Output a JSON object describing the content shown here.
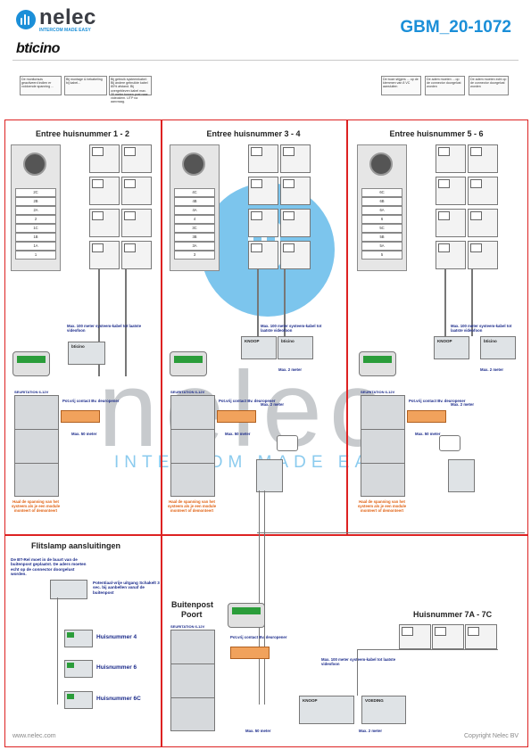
{
  "header": {
    "brand": "nelec",
    "tagline": "INTERCOM MADE EASY",
    "sub_brand": "bticino",
    "doc_id": "GBM_20-1072"
  },
  "notes": {
    "n1": "De monitorsuis geactiveerd indien er voldoende spanning ...",
    "n2": "Bij montage & bekabeling bij kabel... ",
    "n3": "Bij gebruik systeemkabel: Bij andere gebruikte kabel 80% afstand. Bij overgebleven kabel max. 30 meter tussen post naar videoklem. UTP na aanvraag.",
    "n4": "De boze stijgers ... op de klemmen van 8 VC aansluiten",
    "n5": "De adem moeten ... op de connector doorgelust worden",
    "n6": "De adem moeten echt op de connector doorgelust worden"
  },
  "sections": {
    "s1": "Entree huisnummer 1 - 2",
    "s2": "Entree huisnummer 3 - 4",
    "s3": "Entree huisnummer 5 - 6",
    "flits": "Flitslamp aansluitingen",
    "poort1": "Buitenpost",
    "poort2": "Poort",
    "huis7": "Huisnummer 7A - 7C"
  },
  "entree1_buttons": [
    "2C",
    "2B",
    "2A",
    "2",
    "1C",
    "1B",
    "1A",
    "1"
  ],
  "entree2_buttons": [
    "4C",
    "4B",
    "4A",
    "4",
    "3C",
    "3B",
    "3A",
    "3"
  ],
  "entree3_buttons": [
    "6C",
    "6B",
    "6A",
    "6",
    "5C",
    "5B",
    "5A",
    "5"
  ],
  "labels": {
    "max100": "Max. 100 meter systeem-kabel tot laatste videofoon",
    "max2": "Max. 2 meter",
    "max50": "Max. 50 meter",
    "potvrij": "Pot.vrij contact Bv. deuropener",
    "orange1": "Haal de spanning van het systeem als je een module monteert of demonteert",
    "knoop": "KNOOP",
    "bticino_short": "bticino",
    "flits_note": "De BT-Rel moet in de buurt van de buitenpost geplaatst. De aders moeten echt op de connector doorgelust worden.",
    "relay_note": "Potentiaal-vrije uitgang Schakelt 3 sec. bij aanbellen vanaf de buitenpost",
    "huis4": "Huisnummer 4",
    "huis6": "Huisnummer 6",
    "huis6c": "Huisnummer 6C",
    "voed": "VOEDING",
    "psu_label": "SEURITATION 6-12V"
  },
  "watermark": {
    "text": "nelec",
    "tag": "INTERCOM MADE EASY"
  },
  "footer": {
    "url": "www.nelec.com",
    "copyright": "Copyright Nelec BV"
  },
  "colors": {
    "accent": "#1b8fd8",
    "panel_border": "#d22222",
    "note_blue": "#1a2a8a",
    "warning_orange": "#e06010"
  }
}
